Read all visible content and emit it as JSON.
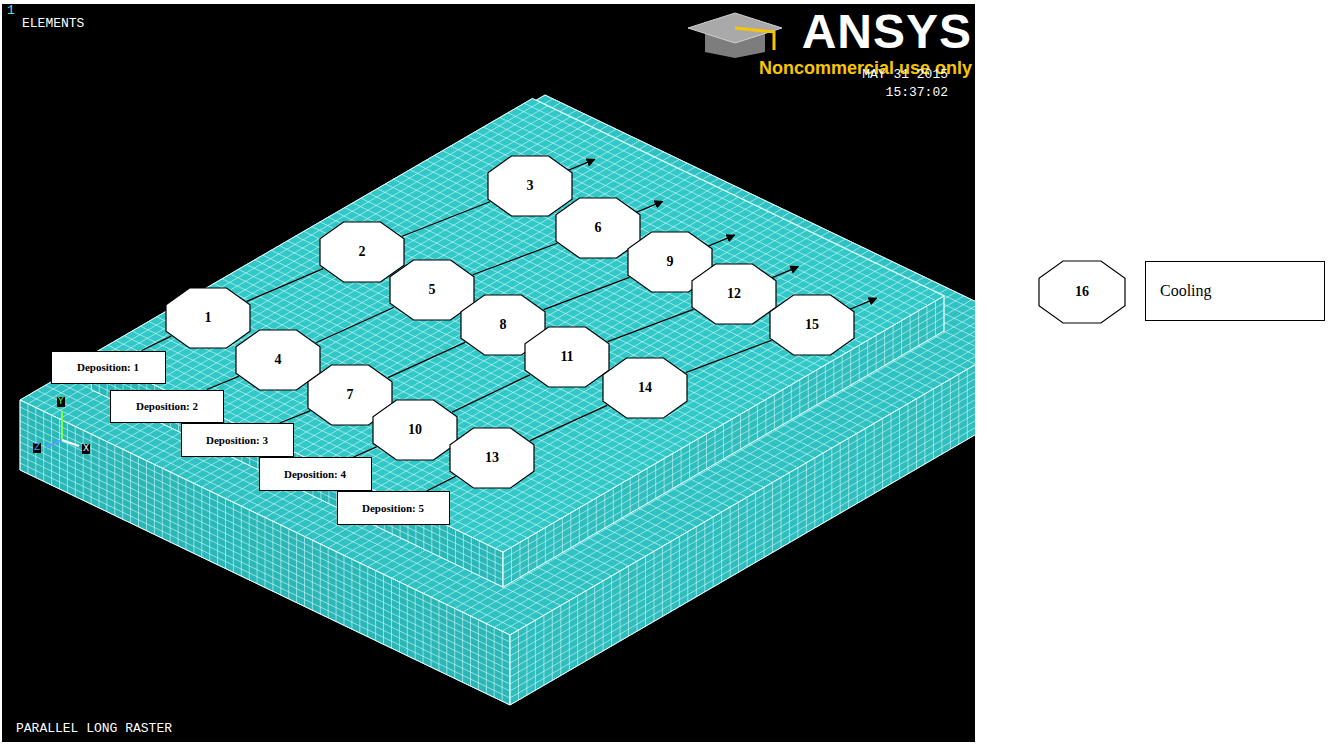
{
  "diagram": {
    "nodes": [
      {
        "text": [
          "1"
        ]
      },
      {
        "text": [
          "2"
        ]
      },
      {
        "text": [
          "3"
        ]
      },
      {
        "text": [
          "4"
        ]
      },
      {
        "text": [
          "5"
        ]
      },
      {
        "text": [
          "6"
        ]
      },
      {
        "text": [
          "7"
        ]
      },
      {
        "text": [
          "8"
        ]
      },
      {
        "text": [
          "9"
        ]
      },
      {
        "text": [
          "10"
        ]
      },
      {
        "text": [
          "11"
        ]
      },
      {
        "text": [
          "12"
        ]
      },
      {
        "text": [
          "13"
        ]
      },
      {
        "text": [
          "14"
        ]
      },
      {
        "text": [
          "15"
        ]
      },
      {
        "text": [
          "Deposition: 1"
        ]
      },
      {
        "text": [
          "Deposition: 2"
        ]
      },
      {
        "text": [
          "Deposition: 3"
        ]
      },
      {
        "text": [
          "Deposition: 4"
        ]
      },
      {
        "text": [
          "Deposition: 5"
        ]
      },
      {
        "text": [
          "16"
        ]
      },
      {
        "text": [
          "Cooling"
        ]
      }
    ],
    "edges": [
      {
        "from": 15,
        "to": 0,
        "arrow": "none"
      },
      {
        "from": 0,
        "to": 1,
        "arrow": "none"
      },
      {
        "from": 1,
        "to": 2,
        "arrow": "none"
      },
      {
        "from": 16,
        "to": 3,
        "arrow": "none"
      },
      {
        "from": 3,
        "to": 4,
        "arrow": "none"
      },
      {
        "from": 4,
        "to": 5,
        "arrow": "none"
      },
      {
        "from": 17,
        "to": 6,
        "arrow": "none"
      },
      {
        "from": 6,
        "to": 7,
        "arrow": "none"
      },
      {
        "from": 7,
        "to": 8,
        "arrow": "none"
      },
      {
        "from": 18,
        "to": 9,
        "arrow": "none"
      },
      {
        "from": 9,
        "to": 10,
        "arrow": "none"
      },
      {
        "from": 10,
        "to": 11,
        "arrow": "none"
      },
      {
        "from": 19,
        "to": 12,
        "arrow": "none"
      },
      {
        "from": 12,
        "to": 13,
        "arrow": "none"
      },
      {
        "from": 13,
        "to": 14,
        "arrow": "none"
      }
    ],
    "labels": [
      "1",
      "ELEMENTS",
      "ANSYS",
      "Noncommercial use only",
      "MAY 31 2015",
      "15:37:02",
      "Y",
      "Z",
      "X",
      "PARALLEL LONG RASTER"
    ]
  }
}
